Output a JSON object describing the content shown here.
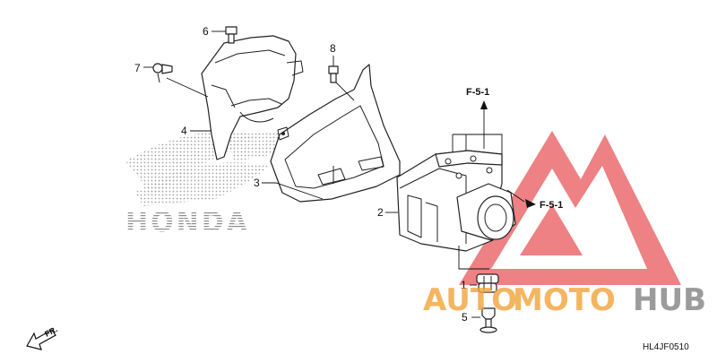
{
  "diagram": {
    "callouts": [
      {
        "id": "1",
        "label": "1"
      },
      {
        "id": "2",
        "label": "2"
      },
      {
        "id": "3",
        "label": "3"
      },
      {
        "id": "4",
        "label": "4"
      },
      {
        "id": "5",
        "label": "5"
      },
      {
        "id": "6",
        "label": "6"
      },
      {
        "id": "7",
        "label": "7"
      },
      {
        "id": "8",
        "label": "8"
      }
    ],
    "refs": {
      "top": "F-5-1",
      "right": "F-5-1"
    },
    "code": "HL4JF0510",
    "direction": "FR."
  },
  "watermark": {
    "brand": "HONDA",
    "text_a": "AUTO",
    "text_b": "MOTO",
    "text_c": "HUB",
    "colors": {
      "orange": "#f2a33a",
      "gray": "#8a8a8a",
      "red": "#e8575a"
    }
  }
}
